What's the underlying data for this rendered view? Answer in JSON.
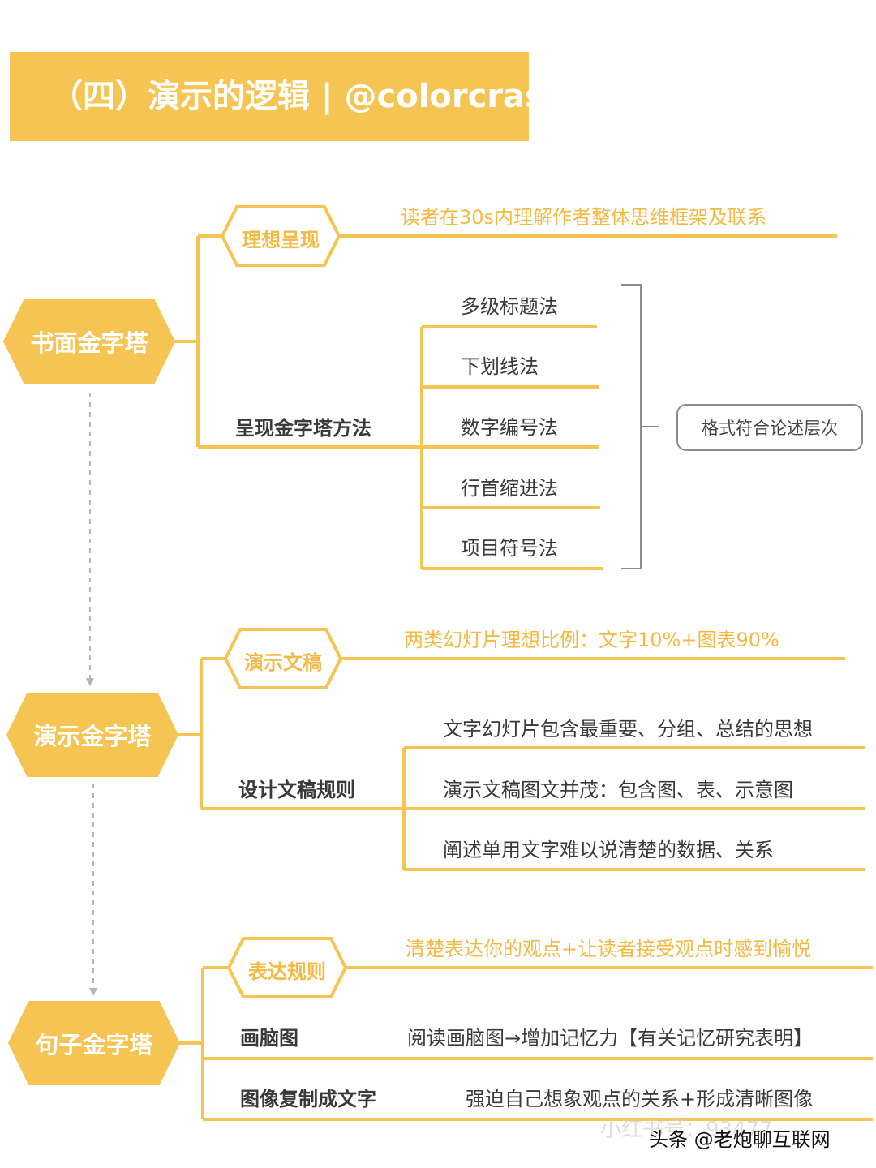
{
  "title": "（四）演示的逻辑 | @colorcrash",
  "colors": {
    "accent": "#f6c453",
    "accent_text": "#f4b942",
    "text": "#3a3a3a",
    "gray": "#8c8c8c"
  },
  "sections": {
    "written": {
      "label": "书面金字塔",
      "ideal_label": "理想呈现",
      "ideal_desc": "读者在30s内理解作者整体思维框架及联系",
      "method_label": "呈现金字塔方法",
      "methods": [
        "多级标题法",
        "下划线法",
        "数字编号法",
        "行首缩进法",
        "项目符号法"
      ],
      "note": "格式符合论述层次"
    },
    "presentation": {
      "label": "演示金字塔",
      "draft_label": "演示文稿",
      "draft_desc": "两类幻灯片理想比例：文字10%+图表90%",
      "rules_label": "设计文稿规则",
      "rules": [
        "文字幻灯片包含最重要、分组、总结的思想",
        "演示文稿图文并茂：包含图、表、示意图",
        "阐述单用文字难以说清楚的数据、关系"
      ]
    },
    "sentence": {
      "label": "句子金字塔",
      "expr_label": "表达规则",
      "expr_desc": "清楚表达你的观点+让读者接受观点时感到愉悦",
      "items": [
        {
          "name": "画脑图",
          "desc": "阅读画脑图→增加记忆力【有关记忆研究表明】"
        },
        {
          "name": "图像复制成文字",
          "desc": "强迫自己想象观点的关系+形成清晰图像"
        }
      ]
    }
  },
  "watermark": "头条 @老炮聊互联网",
  "watermark_faint": "小红书号：93477"
}
